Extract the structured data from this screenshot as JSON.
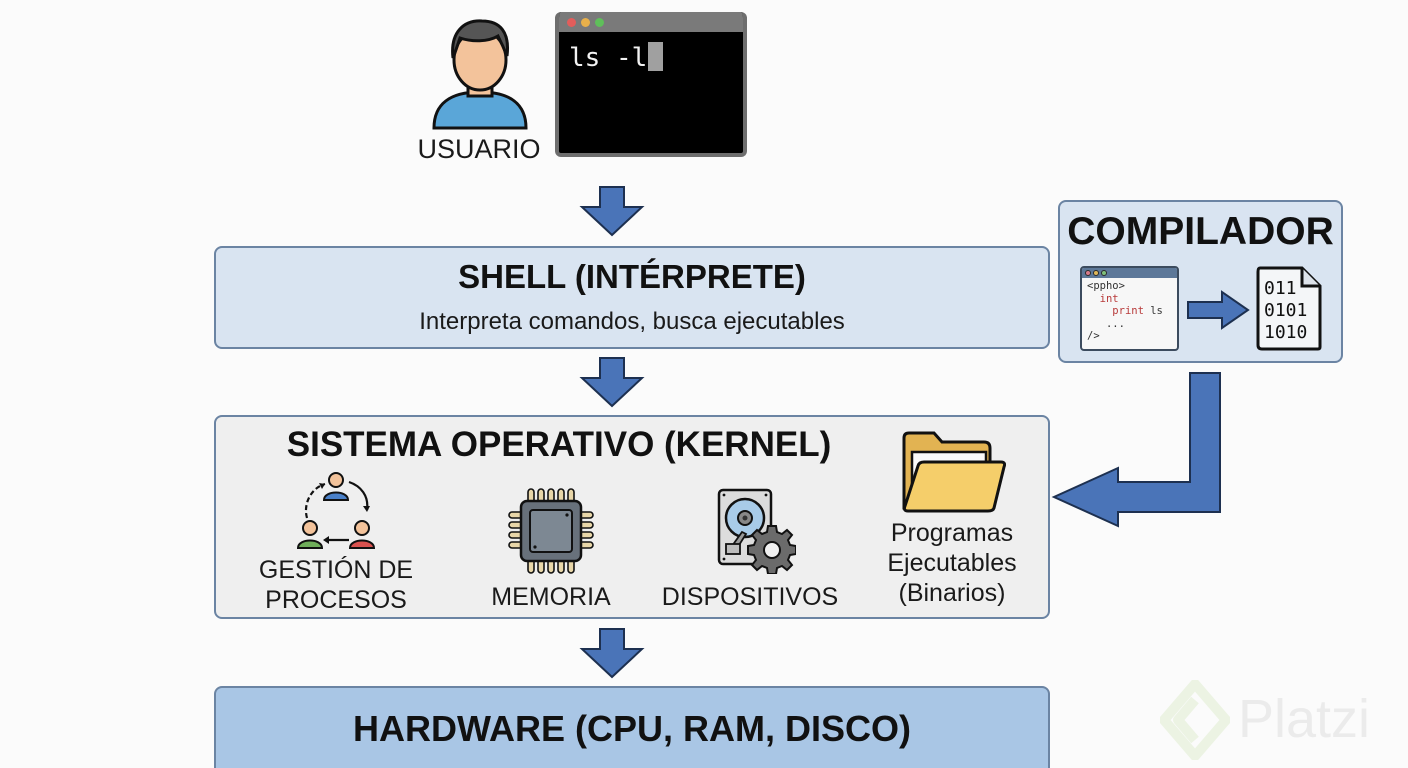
{
  "user": {
    "label": "USUARIO",
    "icon": "user-icon"
  },
  "terminal": {
    "command": "ls -l",
    "window_dots": [
      "#e35d5b",
      "#e8b04b",
      "#5fbf5a"
    ]
  },
  "shell": {
    "title": "SHELL (INTÉRPRETE)",
    "subtitle": "Interpreta comandos, busca ejecutables"
  },
  "compiler": {
    "title": "COMPILADOR",
    "code_lines": [
      "<ppho>",
      "int",
      "print ls",
      "...",
      "/>"
    ],
    "binary_lines": [
      "011",
      "0101",
      "1010"
    ]
  },
  "kernel": {
    "title": "SISTEMA OPERATIVO (KERNEL)",
    "items": [
      {
        "label_line1": "GESTIÓN DE",
        "label_line2": "PROCESOS",
        "icon": "process-cycle-icon"
      },
      {
        "label": "MEMORIA",
        "icon": "chip-icon"
      },
      {
        "label": "DISPOSITIVOS",
        "icon": "hard-drive-gear-icon"
      },
      {
        "label_line1": "Programas",
        "label_line2": "Ejecutables",
        "label_line3": "(Binarios)",
        "icon": "folder-icon"
      }
    ]
  },
  "hardware": {
    "title": "HARDWARE (CPU, RAM, DISCO)"
  },
  "watermark": {
    "text": "Platzi"
  },
  "colors": {
    "arrow": "#4a74b8",
    "shell_bg": "#d9e4f1",
    "kernel_bg": "#efefef",
    "hardware_bg": "#a9c6e5",
    "border": "#6b84a3"
  }
}
